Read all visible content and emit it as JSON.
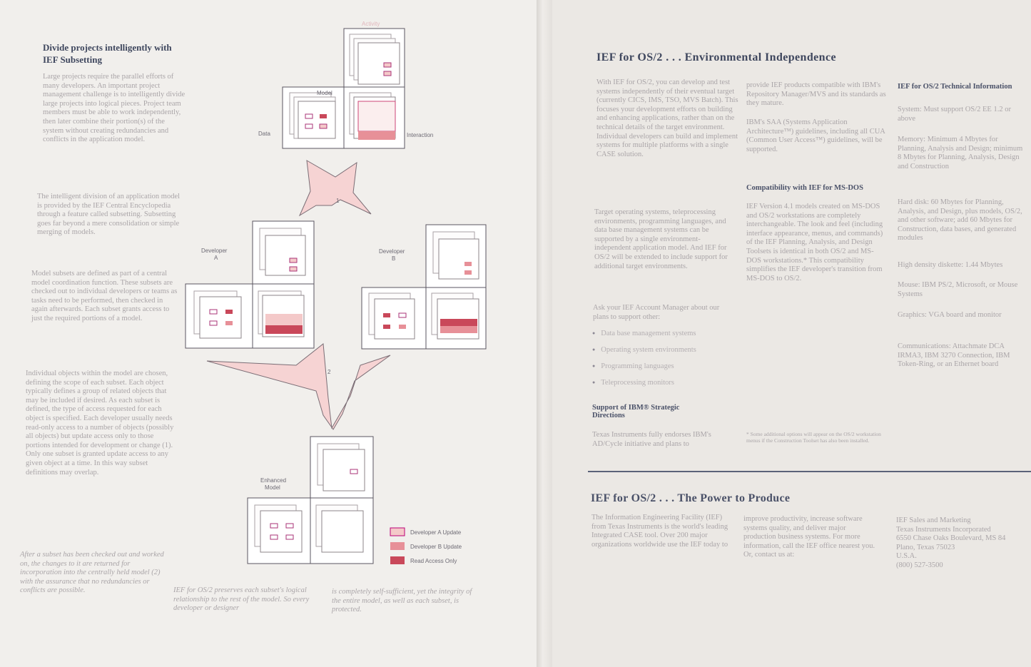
{
  "left": {
    "heading": "Divide projects intelligently with IEF Subsetting",
    "p1": "Large projects require the parallel efforts of many developers. An important project management challenge is to intelligently divide large projects into logical pieces. Project team members must be able to work independently, then later combine their portion(s) of the system without creating redundancies and conflicts in the application model.",
    "p2": "The intelligent division of an application model is provided by the IEF Central Encyclopedia through a feature called subsetting. Subsetting goes far beyond a mere consolidation or simple merging of models.",
    "p3": "Model subsets are defined as part of a central model coordination function. These subsets are checked out to individual developers or teams as tasks need to be performed, then checked in again afterwards. Each subset grants access to just the required portions of a model.",
    "p4": "Individual objects within the model are chosen, defining the scope of each subset. Each object typically defines a group of related objects that may be included if desired. As each subset is defined, the type of access requested for each object is specified. Each developer usually needs read-only access to a number of objects (possibly all objects) but update access only to those portions intended for development or change (1). Only one subset is granted update access to any given object at a time. In this way subset definitions may overlap.",
    "p5": "After a subset has been checked out and worked on, the changes to it are returned for incorporation into the centrally held model (2) with the assurance that no redundancies or conflicts are possible.",
    "p6": "IEF for OS/2 preserves each subset's logical relationship to the rest of the model. So every developer or designer",
    "p7": "is completely self-sufficient, yet the integrity of the entire model, as well as each subset, is protected."
  },
  "diagram": {
    "activity": "Activity",
    "model": "Model",
    "data": "Data",
    "interaction": "Interaction",
    "step1": "1",
    "step2": "2",
    "dev_a": "Developer\nA",
    "dev_b": "Developer\nB",
    "enhanced": "Enhanced\nModel",
    "legend": [
      "Developer A Update",
      "Developer B Update",
      "Read Access Only"
    ],
    "colors": {
      "light": "#f4c9c9",
      "mid": "#e79098",
      "dark": "#c9485a",
      "line": "#5a5560",
      "arrow": "#f6d3d3"
    }
  },
  "right": {
    "title": "IEF for OS/2 . . . Environmental Independence",
    "c1p1": "With IEF for OS/2, you can develop and test systems independently of their eventual target (currently CICS, IMS, TSO, MVS Batch). This focuses your development efforts on building and enhancing applications, rather than on the technical details of the target environment. Individual developers can build and implement systems for multiple platforms with a single CASE solution.",
    "c1p2": "Target operating systems, teleprocessing environments, programming languages, and data base management systems can be supported by a single environment-independent application model. And IEF for OS/2 will be extended to include support for additional target environments.",
    "c1p3": "Ask your IEF Account Manager about our plans to support other:",
    "bullets": [
      "Data base management systems",
      "Operating system environments",
      "Programming languages",
      "Teleprocessing monitors"
    ],
    "support_head": "Support of IBM® Strategic Directions",
    "support_body": "Texas Instruments fully endorses IBM's AD/Cycle initiative and plans to",
    "c2p1": "provide IEF products compatible with IBM's Repository Manager/MVS and its standards as they mature.",
    "c2p2": "IBM's SAA (Systems Application Architecture™) guidelines, including all CUA (Common User Access™) guidelines, will be supported.",
    "compat_head": "Compatibility with IEF for MS-DOS",
    "c2p3": "IEF Version 4.1 models created on MS-DOS and OS/2 workstations are completely interchangeable. The look and feel (including interface appearance, menus, and commands) of the IEF Planning, Analysis, and Design Toolsets is identical in both OS/2 and MS-DOS workstations.* This compatibility simplifies the IEF developer's transition from MS-DOS to OS/2.",
    "footnote": "* Some additional options will appear on the OS/2 workstation menus if the Construction Toolset has also been installed.",
    "tech_head": "IEF for OS/2 Technical Information",
    "tech": [
      "System: Must support OS/2 EE 1.2 or above",
      "Memory: Minimum 4 Mbytes for Planning, Analysis and Design; minimum 8 Mbytes for Planning, Analysis, Design and Construction",
      "Hard disk: 60 Mbytes for Planning, Analysis, and Design, plus models, OS/2, and other software; add 60 Mbytes for Construction, data bases, and generated modules",
      "High density diskette: 1.44 Mbytes",
      "Mouse: IBM PS/2, Microsoft, or Mouse Systems",
      "Graphics: VGA board and monitor",
      "Communications: Attachmate DCA IRMA3, IBM 3270 Connection, IBM Token-Ring, or an Ethernet board"
    ],
    "title2": "IEF for OS/2 . . . The Power to Produce",
    "b1": "The Information Engineering Facility (IEF) from Texas Instruments is the world's leading Integrated CASE tool. Over 200 major organizations worldwide use the IEF today to",
    "b2": "improve productivity, increase software systems quality, and deliver major production business systems. For more information, call the IEF office nearest you. Or, contact us at:",
    "address": "IEF Sales and Marketing\nTexas Instruments Incorporated\n6550 Chase Oaks Boulevard, MS 84\nPlano, Texas 75023\nU.S.A.\n(800) 527-3500"
  }
}
